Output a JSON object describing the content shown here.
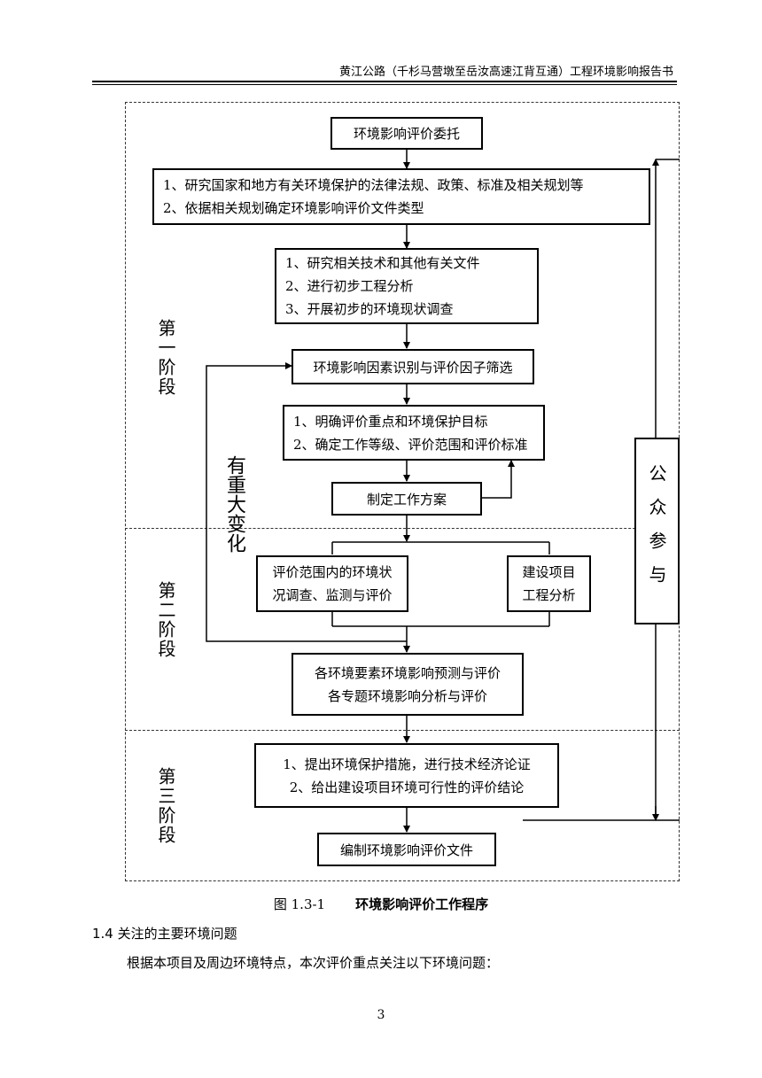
{
  "header": {
    "title": "黄江公路（千杉马营墩至岳汝高速江背互通）工程环境影响报告书"
  },
  "flowchart": {
    "stages": {
      "first": "第一阶段",
      "second": "第二阶段",
      "third": "第三阶段"
    },
    "feedback_label": "有重大变化",
    "public_participation": "公众参与",
    "box_commission": "环境影响评价委托",
    "box_research": [
      "1、研究国家和地方有关环境保护的法律法规、政策、标准及相关规划等",
      "2、依据相关规划确定环境影响评价文件类型"
    ],
    "box_prelim": [
      "1、研究相关技术和其他有关文件",
      "2、进行初步工程分析",
      "3、开展初步的环境现状调查"
    ],
    "box_identify": "环境影响因素识别与评价因子筛选",
    "box_focus": [
      "1、明确评价重点和环境保护目标",
      "2、确定工作等级、评价范围和评价标准"
    ],
    "box_plan": "制定工作方案",
    "box_survey": [
      "评价范围内的环境状",
      "况调查、监测与评价"
    ],
    "box_engineering": [
      "建设项目",
      "工程分析"
    ],
    "box_predict": [
      "各环境要素环境影响预测与评价",
      "各专题环境影响分析与评价"
    ],
    "box_measures": [
      "1、提出环境保护措施，进行技术经济论证",
      "2、给出建设项目环境可行性的评价结论"
    ],
    "box_compile": "编制环境影响评价文件"
  },
  "caption": {
    "number": "图 1.3-1",
    "title": "环境影响评价工作程序"
  },
  "section": {
    "number": "1.4",
    "title": "关注的主要环境问题"
  },
  "paragraph": "根据本项目及周边环境特点，本次评价重点关注以下环境问题：",
  "page_number": "3"
}
